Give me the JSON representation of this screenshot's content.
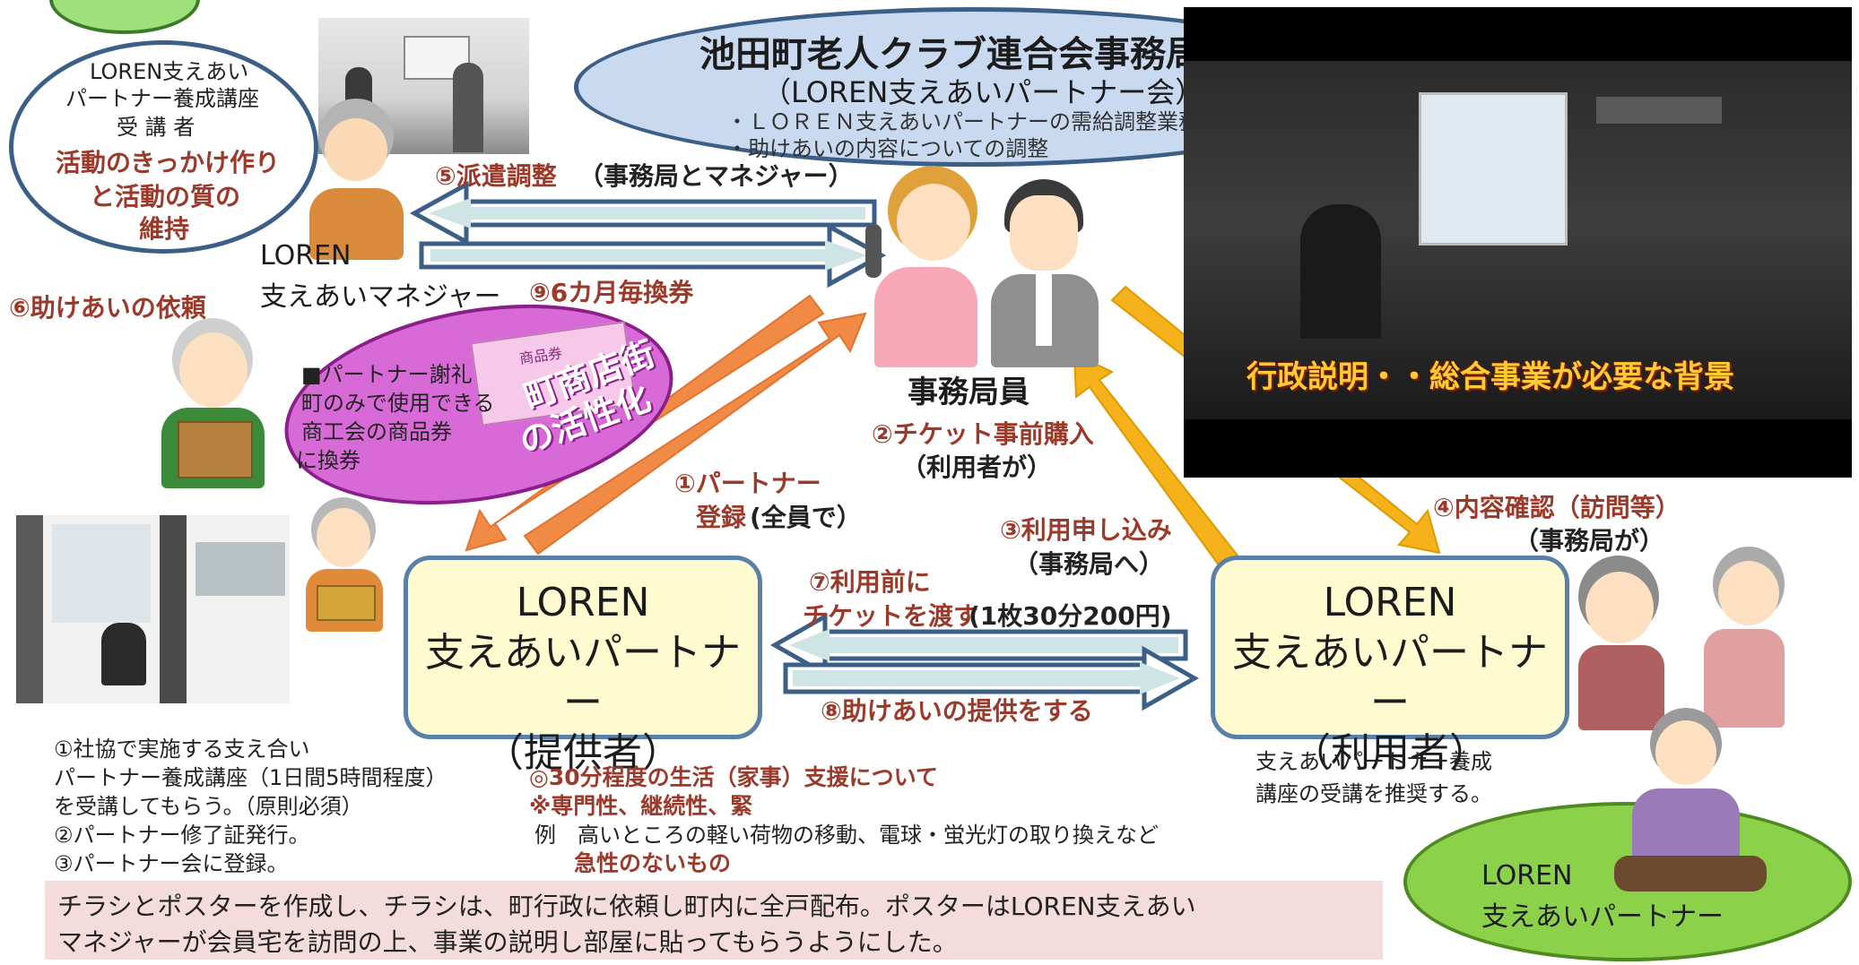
{
  "office": {
    "title": "池田町老人クラブ連合会事務局",
    "subtitle": "（LOREN支えあいパートナー会）",
    "bullet1": "・ＬＯＲＥＮ支えあいパートナーの需給調整業務",
    "bullet2": "・助けあいの内容についての調整"
  },
  "trainee": {
    "line1": "LOREN支えあい",
    "line2": "パートナー養成講座",
    "line3": "受 講 者",
    "red1": "活動のきっかけ作り",
    "red2": "と活動の質の",
    "red3": "維持"
  },
  "manager": {
    "line1": "LOREN",
    "line2": "支えあいマネジャー"
  },
  "flows": {
    "f5_red": "⑤派遣調整",
    "f5_black": "（事務局とマネジャー）",
    "f9": "⑨6カ月毎換券",
    "f6": "⑥助けあいの依頼",
    "f1_line1": "①パートナー",
    "f1_red": "登録",
    "f1_black": "(全員で）",
    "f2_red": "②チケット事前購入",
    "f2_black": "（利用者が）",
    "f3_red": "③利用申し込み",
    "f3_black": "（事務局へ）",
    "f4_red": "④内容確認（訪問等）",
    "f4_black": "（事務局が）",
    "f7_line1": "⑦利用前に",
    "f7_red": "チケットを渡す",
    "f7_black": "(1枚30分200円)",
    "f8": "⑧助けあいの提供をする"
  },
  "staff_label": "事務局員",
  "reward": {
    "line1": "■パートナー謝礼",
    "line2": "町のみで使用できる",
    "line3": "商工会の商品券",
    "line4": "に換券",
    "stamp1": "町商店街",
    "stamp2": "の活性化",
    "ticket_text": "商品券"
  },
  "video_caption": "行政説明・・総合事業が必要な背景",
  "provider_box": {
    "line1": "LOREN",
    "line2": "支えあいパートナー",
    "line3": "（提供者）"
  },
  "user_box": {
    "line1": "LOREN",
    "line2": "支えあいパートナー",
    "line3": "（利用者）"
  },
  "notes_left": {
    "l1": "①社協で実施する支え合い",
    "l2": "パートナー養成講座（1日間5時間程度）",
    "l3": "を受講してもらう。（原則必須）",
    "l4": "②パートナー修了証発行。",
    "l5": "③パートナー会に登録。"
  },
  "notes_center": {
    "l1": "◎30分程度の生活（家事）支援について",
    "l2": "※専門性、継続性、緊",
    "l3": "例　高いところの軽い荷物の移動、電球・蛍光灯の取り換えなど",
    "l4": "急性のないもの"
  },
  "notes_right": {
    "l1": "支えあいパートナー養成",
    "l2": "講座の受講を推奨する。"
  },
  "green_oval": {
    "line1": "LOREN",
    "line2": "支えあいパートナー"
  },
  "footer": {
    "line1": "チラシとポスターを作成し、チラシは、町行政に依頼し町内に全戸配布。ポスターはLOREN支えあい",
    "line2": "マネジャーが会員宅を訪問の上、事業の説明し部屋に貼ってもらうようにした。"
  },
  "colors": {
    "box_fill": "#fffbd0",
    "box_border": "#5a7fa8",
    "oval_blue": "#c9d9f0",
    "arrow_orange": "#f08a45",
    "arrow_yellow": "#f5b21b",
    "arrow_blue_outline": "#3c5f88",
    "accent_red": "#9b3a2a",
    "magenta": "#d86ad8",
    "green": "#8cd14a",
    "footer_bg": "#f4dcdc"
  }
}
